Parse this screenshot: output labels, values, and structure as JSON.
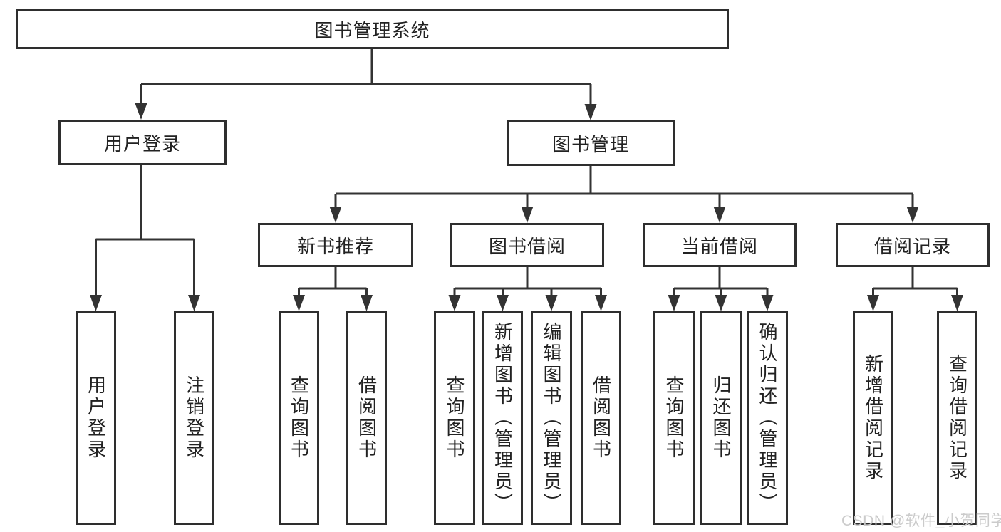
{
  "diagram": {
    "root": {
      "label": "图书管理系统"
    },
    "level2": [
      {
        "label": "用户登录"
      },
      {
        "label": "图书管理"
      }
    ],
    "level3": [
      {
        "label": "新书推荐"
      },
      {
        "label": "图书借阅"
      },
      {
        "label": "当前借阅"
      },
      {
        "label": "借阅记录"
      }
    ],
    "leaves": {
      "user_login": [
        "用户登录",
        "注销登录"
      ],
      "new_book": [
        "查询图书",
        "借阅图书"
      ],
      "book_borrow": [
        "查询图书",
        "新增图书（管理员）",
        "编辑图书（管理员）",
        "借阅图书"
      ],
      "current_borrow": [
        "查询图书",
        "归还图书",
        "确认归还（管理员）"
      ],
      "borrow_records": [
        "新增借阅记录",
        "查询借阅记录"
      ]
    }
  },
  "watermark": {
    "text": "CSDN @软件_小贺同学"
  },
  "colors": {
    "line": "#333333",
    "box_border": "#2e2e2e",
    "text": "#222222",
    "watermark": "#c9c9c9",
    "background": "#ffffff"
  }
}
